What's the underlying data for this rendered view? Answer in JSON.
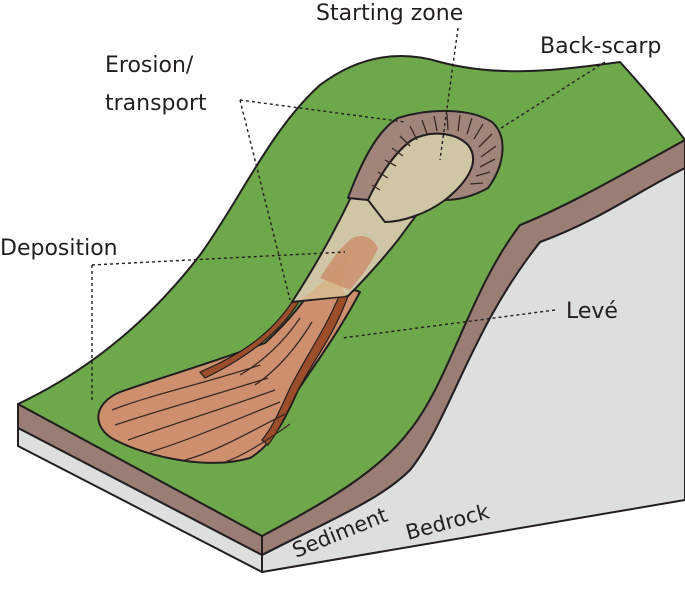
{
  "labels": {
    "starting_zone": "Starting zone",
    "back_scarp": "Back-scarp",
    "erosion_line1": "Erosion/",
    "erosion_line2": "transport",
    "deposition": "Deposition",
    "leve": "Levé",
    "sediment": "Sediment",
    "bedrock": "Bedrock"
  },
  "colors": {
    "grass": "#6da84a",
    "sediment": "#9a7d74",
    "bedrock": "#dcdfdc",
    "scarp": "#a1857b",
    "starting_zone": "#cfc6a5",
    "deposit": "#cd8f6d",
    "deposit_light": "#d8b48b",
    "leve": "#9c4d2a",
    "outline": "#231f20"
  }
}
